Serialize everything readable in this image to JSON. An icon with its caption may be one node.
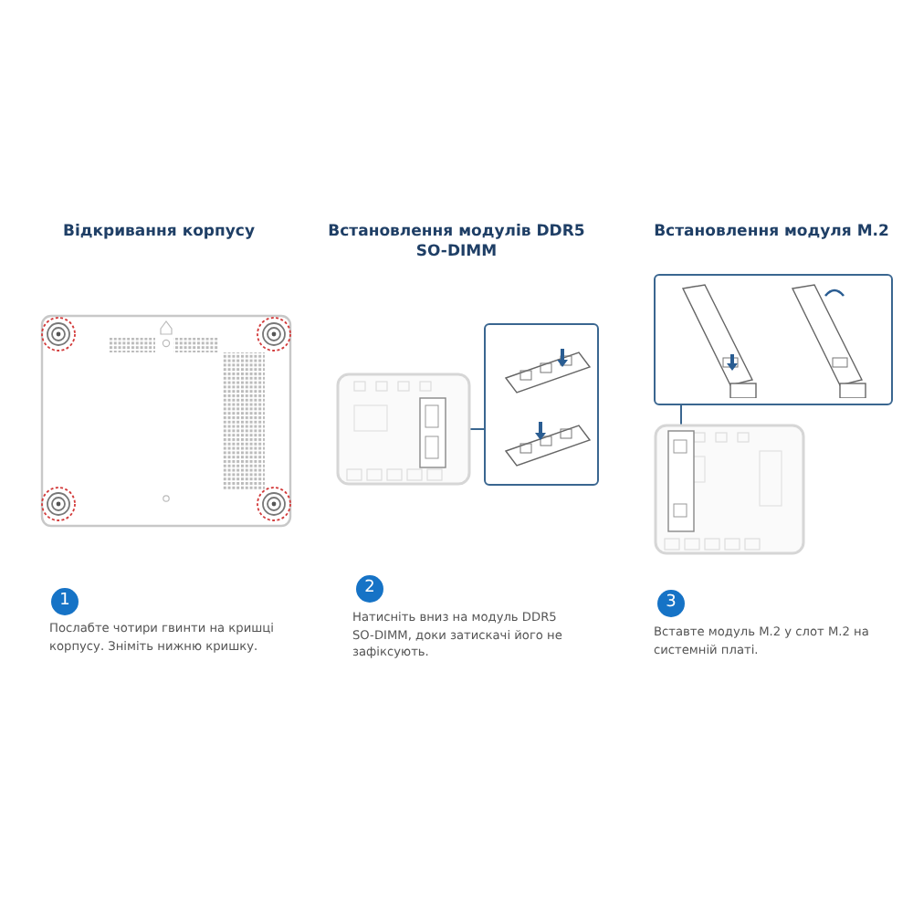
{
  "diagram": {
    "nodes": [
      {
        "text": [
          "1"
        ],
        "beside": [
          "Послабте чотири гвинти на кришці корпусу. Зніміть нижню кришку."
        ]
      },
      {
        "text": [
          "2"
        ],
        "beside": [
          "Натисніть вниз на модуль DDR5 SO-DIMM, доки затискачі його не зафіксують."
        ]
      },
      {
        "text": [
          "3"
        ],
        "beside": [
          "Вставте модуль M.2 у слот M.2 на системній платі."
        ]
      },
      {
        "text": [],
        "shape": "picture"
      },
      {
        "text": [],
        "shape": "picture"
      },
      {
        "text": [],
        "shape": "picture"
      },
      {
        "text": [],
        "shape": "picture"
      }
    ],
    "edges": [
      {
        "from": 3,
        "to": 4,
        "arrow": "none"
      },
      {
        "from": 5,
        "to": 6,
        "arrow": "none"
      }
    ],
    "labels": [
      "Відкривання корпусу",
      "Встановлення модулів DDR5 SO-DIMM",
      "Встановлення модуля M.2"
    ]
  }
}
